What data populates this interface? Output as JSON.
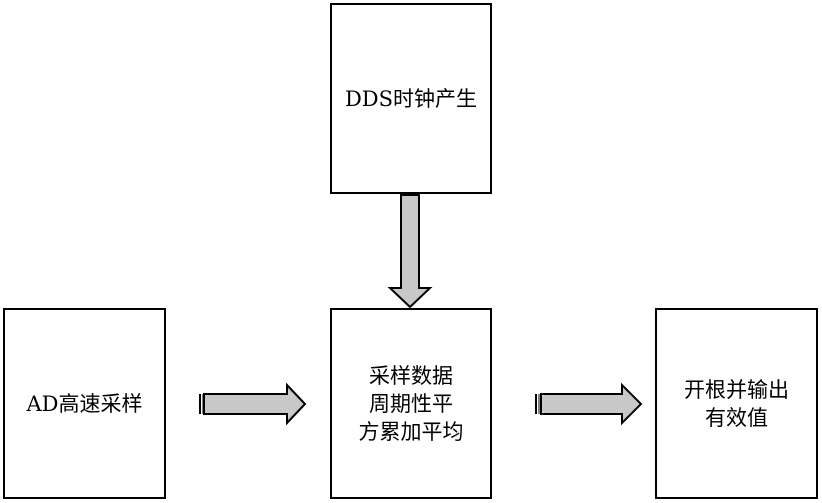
{
  "blocks": {
    "dds": {
      "label": "DDS时钟产生"
    },
    "ad": {
      "label": "AD高速采样"
    },
    "avg": {
      "label": "采样数据\n周期性平\n方累加平均"
    },
    "out": {
      "label": "开根并输出\n有效值"
    }
  },
  "colors": {
    "arrow_fill": "#c8c8c8",
    "stroke": "#000000"
  }
}
